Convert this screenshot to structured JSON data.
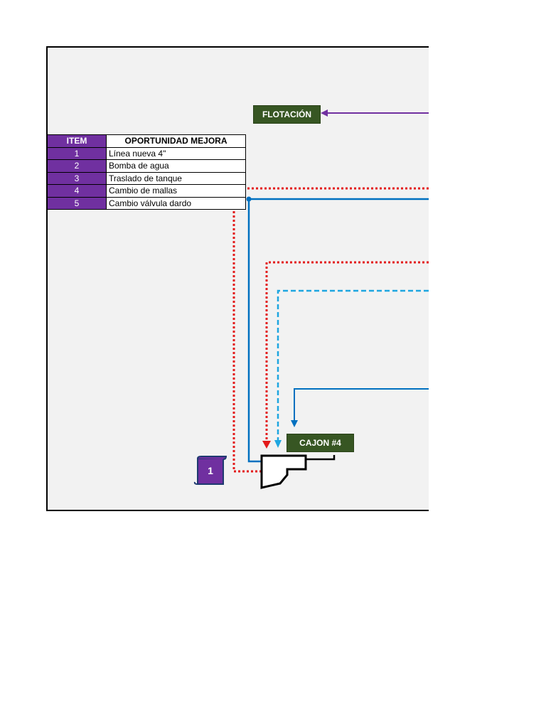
{
  "diagram": {
    "tags": {
      "flotacion": "FLOTACIÓN",
      "cajon": "CAJON #4"
    },
    "badge": "1",
    "table": {
      "headers": [
        "ITEM",
        "OPORTUNIDAD MEJORA"
      ],
      "rows": [
        {
          "item": "1",
          "oportunidad": "Línea nueva 4\""
        },
        {
          "item": "2",
          "oportunidad": "Bomba de agua"
        },
        {
          "item": "3",
          "oportunidad": "Traslado de tanque"
        },
        {
          "item": "4",
          "oportunidad": "Cambio de mallas"
        },
        {
          "item": "5",
          "oportunidad": "Cambio válvula dardo"
        }
      ]
    },
    "colors": {
      "purple": "#7030a0",
      "green": "#375623",
      "red": "#e31b1b",
      "blue": "#0070c0",
      "light_blue": "#1ea6e0"
    }
  }
}
